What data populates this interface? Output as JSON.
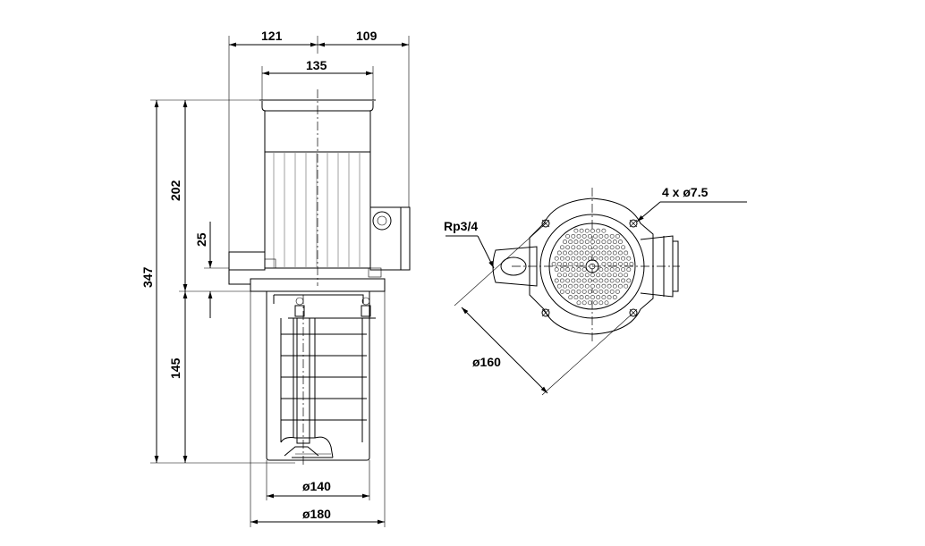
{
  "dimensions": {
    "top_left": "121",
    "top_right": "109",
    "motor_width": "135",
    "height_total": "347",
    "height_motor": "202",
    "height_flange": "25",
    "height_lower": "145",
    "dia_140": "ø140",
    "dia_180": "ø180",
    "bolt_holes": "4 x ø7.5",
    "thread": "Rp3/4",
    "dia_160": "ø160"
  }
}
